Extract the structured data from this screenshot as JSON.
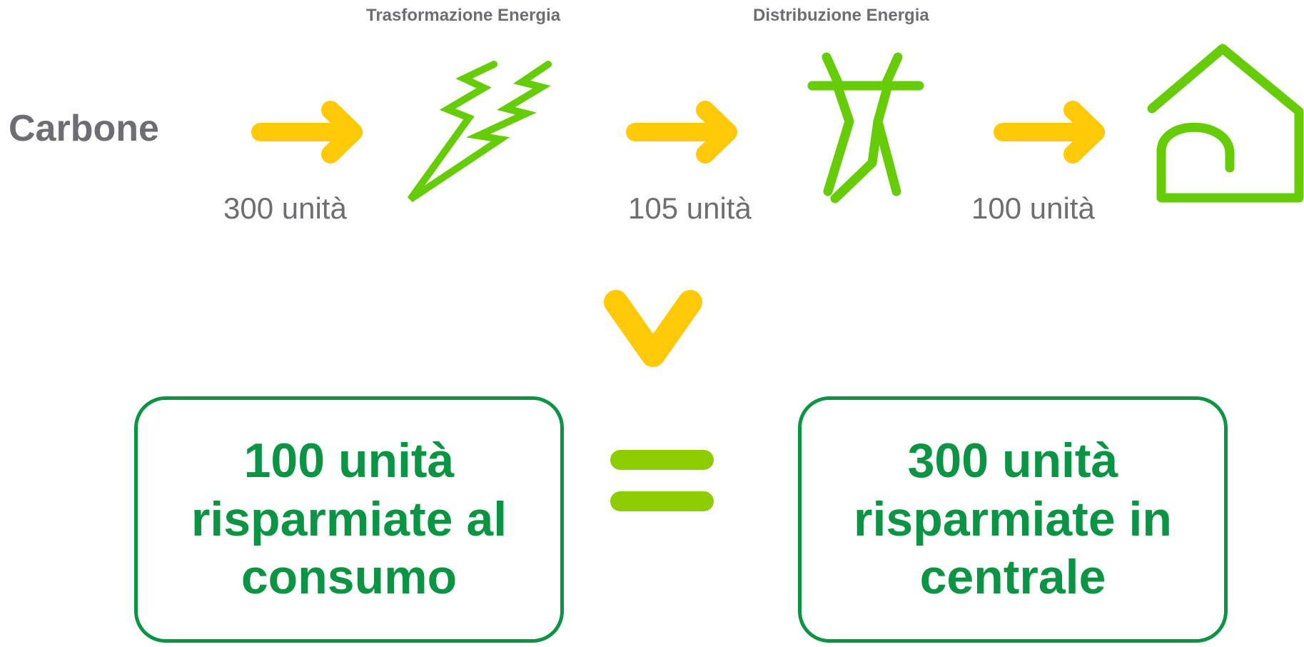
{
  "stages": {
    "transformation_label": "Trasformazione Energia",
    "distribution_label": "Distribuzione Energia"
  },
  "source": {
    "label": "Carbone"
  },
  "flow": {
    "amount_1": "300 unità",
    "amount_2": "105 unità",
    "amount_3": "100 unità"
  },
  "comparison": {
    "left_box": "100 unità\nrisparmiate al\nconsumo",
    "right_box": "300 unità\nrisparmiate in\ncentrale"
  },
  "colors": {
    "arrow": "#ffc907",
    "icon_green": "#66cc06",
    "equals": "#8ccc00",
    "box_green": "#0b9444",
    "text_gray": "#6d6e71"
  },
  "icons": {
    "arrow": "arrow-right-icon",
    "transform": "lightning-bolt-icon",
    "distribution": "power-pylon-icon",
    "home": "house-icon",
    "down": "chevron-down-icon",
    "equals": "equals-icon"
  }
}
